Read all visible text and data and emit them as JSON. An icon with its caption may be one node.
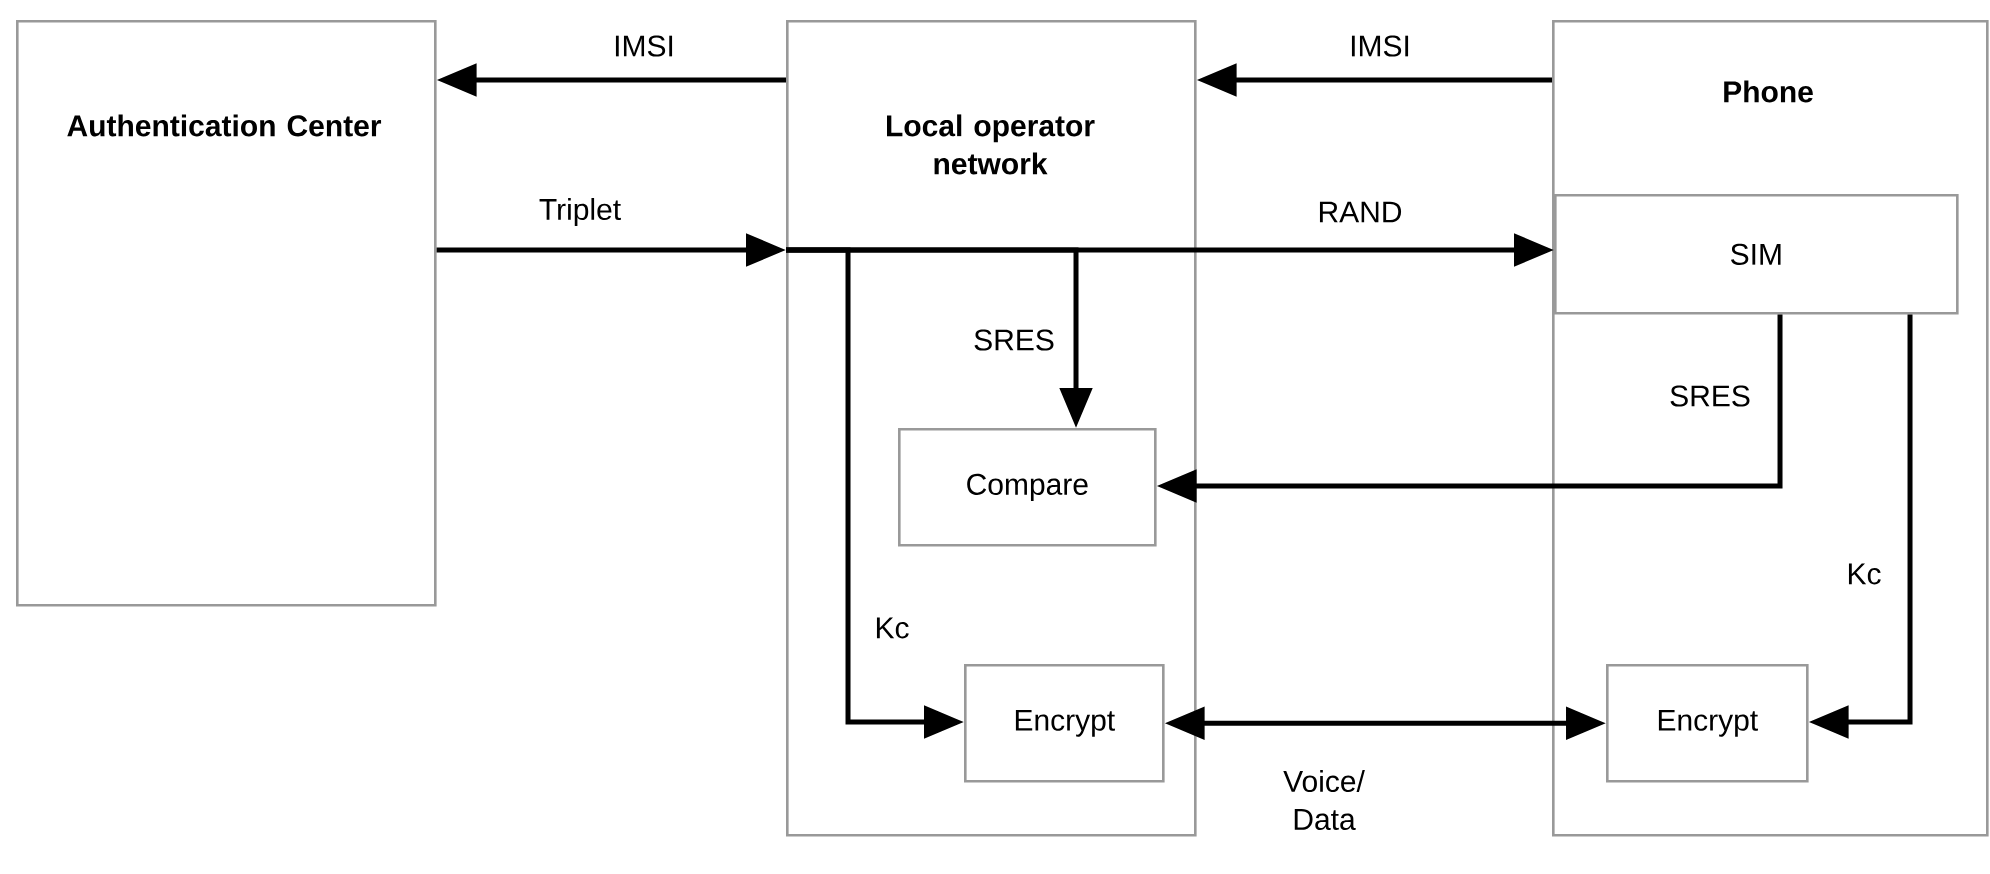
{
  "diagram": {
    "nodes": [
      {
        "text": [
          "Authentication Center"
        ]
      },
      {
        "text": [
          "Local operator network"
        ]
      },
      {
        "text": [
          "Phone"
        ]
      },
      {
        "text": [
          "SIM"
        ],
        "in": 2
      },
      {
        "text": [
          "Compare"
        ],
        "in": 1
      },
      {
        "text": [
          "Encrypt"
        ],
        "in": 1
      },
      {
        "text": [
          "Encrypt"
        ],
        "in": 2
      }
    ],
    "edges": [
      {
        "from": 1,
        "to": 0,
        "arrow": "to",
        "label": "IMSI"
      },
      {
        "from": 2,
        "to": 1,
        "arrow": "to",
        "label": "IMSI"
      },
      {
        "from": 0,
        "to": 1,
        "arrow": "to",
        "label": "Triplet"
      },
      {
        "from": 1,
        "to": 3,
        "arrow": "to",
        "label": "RAND"
      },
      {
        "from": 1,
        "to": 4,
        "arrow": "to",
        "label": "SRES"
      },
      {
        "from": 1,
        "to": 5,
        "arrow": "to",
        "label": "Kc"
      },
      {
        "from": 3,
        "to": 4,
        "arrow": "to",
        "label": "SRES"
      },
      {
        "from": 3,
        "to": 6,
        "arrow": "to",
        "label": "Kc"
      },
      {
        "from": 5,
        "to": 6,
        "arrow": "both",
        "label": "Voice/ Data"
      }
    ]
  }
}
